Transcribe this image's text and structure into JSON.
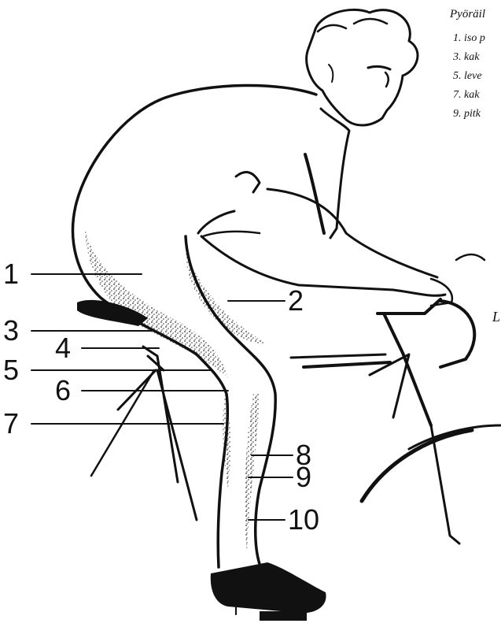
{
  "legend": {
    "title": "Pyöräil",
    "items": [
      "1. iso p",
      "3. kak",
      "5. leve",
      "7. kak",
      "9. pitk"
    ]
  },
  "callouts": [
    "1",
    "2",
    "3",
    "4",
    "5",
    "6",
    "7",
    "8",
    "9",
    "10"
  ],
  "edge_letter": "L",
  "colors": {
    "ink": "#111111",
    "paper": "#ffffff"
  }
}
